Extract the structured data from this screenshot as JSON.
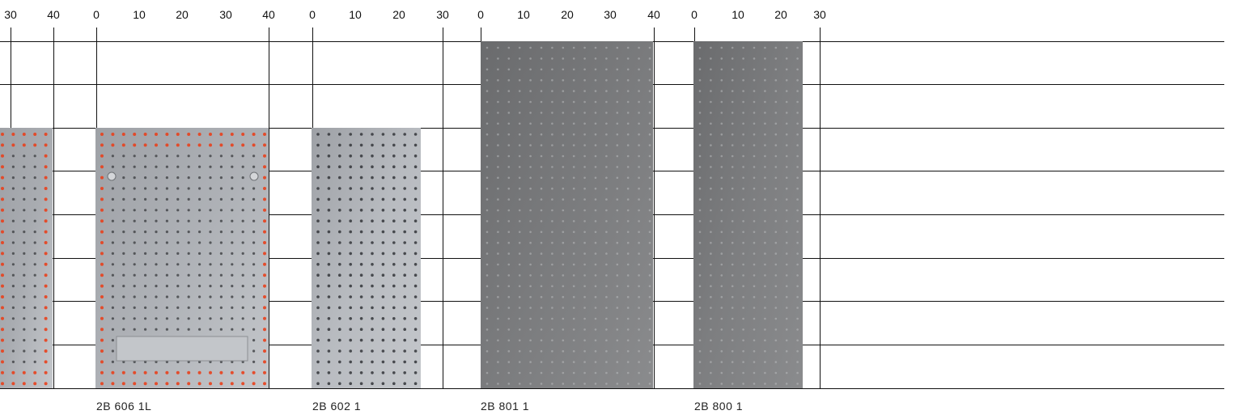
{
  "scales": [
    {
      "ticks": [
        "30",
        "40"
      ]
    },
    {
      "ticks": [
        "0",
        "10",
        "20",
        "30",
        "40"
      ]
    },
    {
      "ticks": [
        "0",
        "10",
        "20",
        "30"
      ]
    },
    {
      "ticks": [
        "0",
        "10",
        "20",
        "30",
        "40"
      ]
    },
    {
      "ticks": [
        "0",
        "10",
        "20",
        "30"
      ]
    }
  ],
  "panels": [
    {
      "id": "partial",
      "label": "",
      "style": "light-red",
      "color": "#a9acb1",
      "accent": "#e8401c"
    },
    {
      "id": "2b-606-1l",
      "label": "2B 606 1L",
      "style": "light-red",
      "color": "#aeb1b6",
      "accent": "#e8401c"
    },
    {
      "id": "2b-602-1",
      "label": "2B 602 1",
      "style": "light-dots",
      "color": "#b8bbc0",
      "accent": "#3a3c40"
    },
    {
      "id": "2b-801-1",
      "label": "2B 801 1",
      "style": "dark",
      "color": "#7a7b7d",
      "accent": "#b9bbbd"
    },
    {
      "id": "2b-800-1",
      "label": "2B 800 1",
      "style": "dark",
      "color": "#7d7e80",
      "accent": "#b9bbbd"
    }
  ]
}
